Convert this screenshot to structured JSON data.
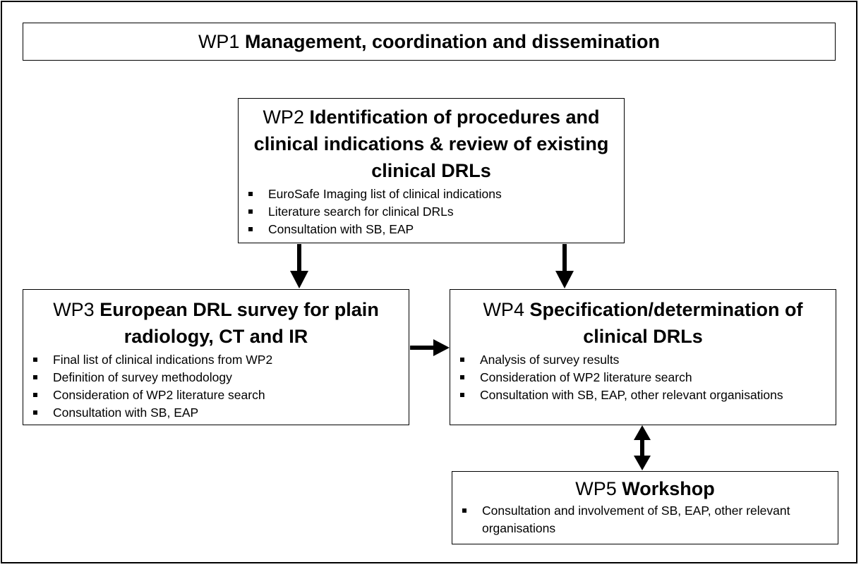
{
  "wp1": {
    "code": "WP1",
    "name": "Management, coordination and dissemination"
  },
  "wp2": {
    "code": "WP2",
    "name": "Identification of procedures and clinical indications & review of existing clinical DRLs",
    "bullets": [
      "EuroSafe Imaging list of clinical indications",
      "Literature search for clinical DRLs",
      "Consultation with SB, EAP"
    ]
  },
  "wp3": {
    "code": "WP3",
    "name": "European DRL survey for plain radiology, CT and IR",
    "bullets": [
      "Final list of clinical indications from WP2",
      "Definition of survey methodology",
      "Consideration of WP2 literature search",
      "Consultation with SB, EAP"
    ]
  },
  "wp4": {
    "code": "WP4",
    "name": "Specification/determination of clinical DRLs",
    "bullets": [
      "Analysis of survey results",
      "Consideration of WP2 literature search",
      "Consultation with SB, EAP, other relevant organisations"
    ]
  },
  "wp5": {
    "code": "WP5",
    "name": "Workshop",
    "bullets": [
      "Consultation and involvement of SB, EAP, other relevant organisations"
    ]
  },
  "colors": {
    "line": "#000000",
    "background": "#ffffff"
  }
}
